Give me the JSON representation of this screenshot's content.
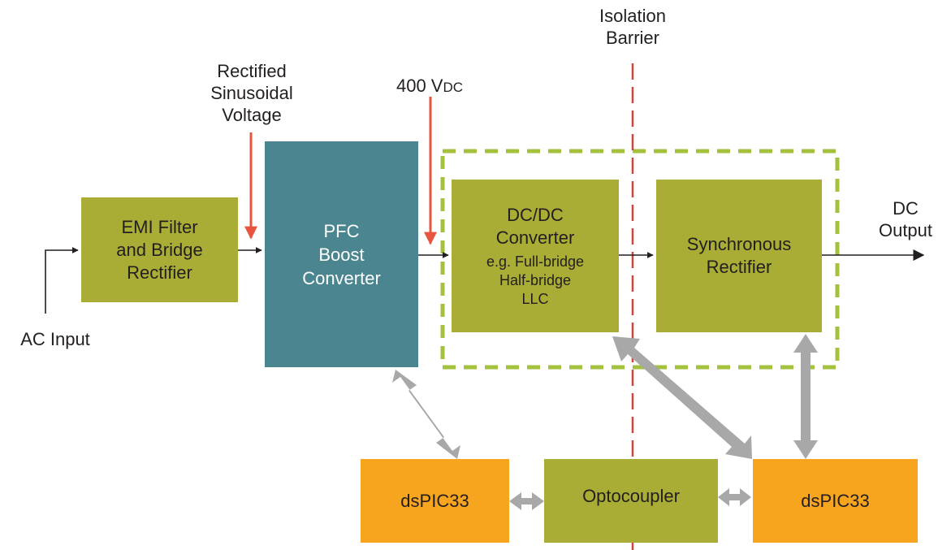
{
  "labels": {
    "isolation_line1": "Isolation",
    "isolation_line2": "Barrier",
    "rectified_line1": "Rectified",
    "rectified_line2": "Sinusoidal",
    "rectified_line3": "Voltage",
    "vdc_value": "400 V",
    "vdc_subscript": "DC",
    "ac_input": "AC Input",
    "dc_output_line1": "DC",
    "dc_output_line2": "Output"
  },
  "blocks": {
    "emi": {
      "line1": "EMI Filter",
      "line2": "and Bridge",
      "line3": "Rectifier"
    },
    "pfc": {
      "line1": "PFC",
      "line2": "Boost",
      "line3": "Converter"
    },
    "dcdc": {
      "line1": "DC/DC",
      "line2": "Converter",
      "line3": "e.g. Full-bridge",
      "line4": "Half-bridge",
      "line5": "LLC"
    },
    "sync": {
      "line1": "Synchronous",
      "line2": "Rectifier"
    },
    "dspic_left": {
      "label": "dsPIC33"
    },
    "optocoupler": {
      "label": "Optocoupler"
    },
    "dspic_right": {
      "label": "dsPIC33"
    }
  },
  "colors": {
    "olive": "#a9ad36",
    "teal": "#4b8590",
    "orange": "#f7a41f",
    "red_arrow": "#e8553e",
    "isolation_line": "#c9473c",
    "dashed_box": "#a3c13c",
    "gray_arrow": "#a8a8a8"
  }
}
